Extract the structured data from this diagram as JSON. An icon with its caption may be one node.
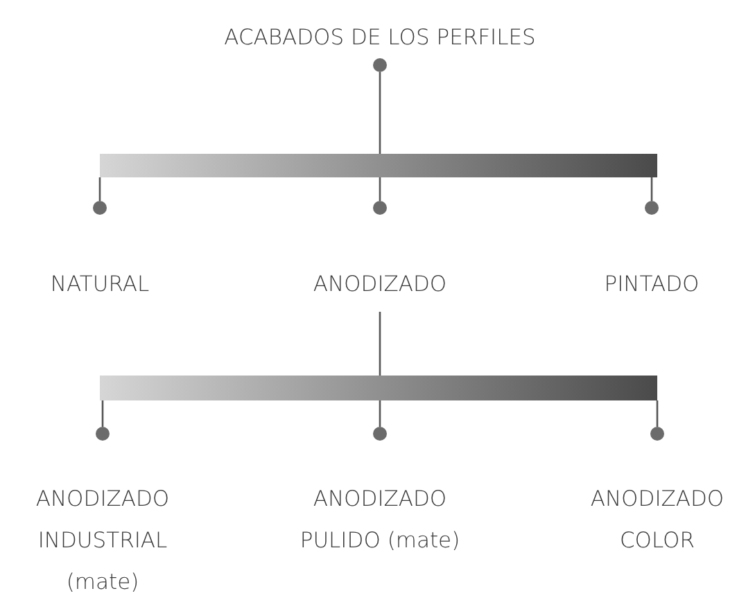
{
  "diagram": {
    "nodes": [
      {
        "text": [
          "ACABADOS DE LOS PERFILES"
        ]
      },
      {
        "text": [],
        "shape": "bar"
      },
      {
        "text": [
          "NATURAL"
        ]
      },
      {
        "text": [
          "ANODIZADO"
        ]
      },
      {
        "text": [
          "PINTADO"
        ]
      },
      {
        "text": [],
        "shape": "bar"
      },
      {
        "text": [
          "ANODIZADO INDUSTRIAL (mate)"
        ]
      },
      {
        "text": [
          "ANODIZADO PULIDO (mate)"
        ]
      },
      {
        "text": [
          "ANODIZADO COLOR"
        ]
      }
    ],
    "edges": [
      {
        "from": 1,
        "to": 0,
        "arrow": "none"
      },
      {
        "from": 1,
        "to": 2,
        "arrow": "none"
      },
      {
        "from": 1,
        "to": 3,
        "arrow": "none"
      },
      {
        "from": 1,
        "to": 4,
        "arrow": "none"
      },
      {
        "from": 3,
        "to": 5,
        "arrow": "none"
      },
      {
        "from": 5,
        "to": 6,
        "arrow": "none"
      },
      {
        "from": 5,
        "to": 7,
        "arrow": "none"
      },
      {
        "from": 5,
        "to": 8,
        "arrow": "none"
      }
    ]
  }
}
